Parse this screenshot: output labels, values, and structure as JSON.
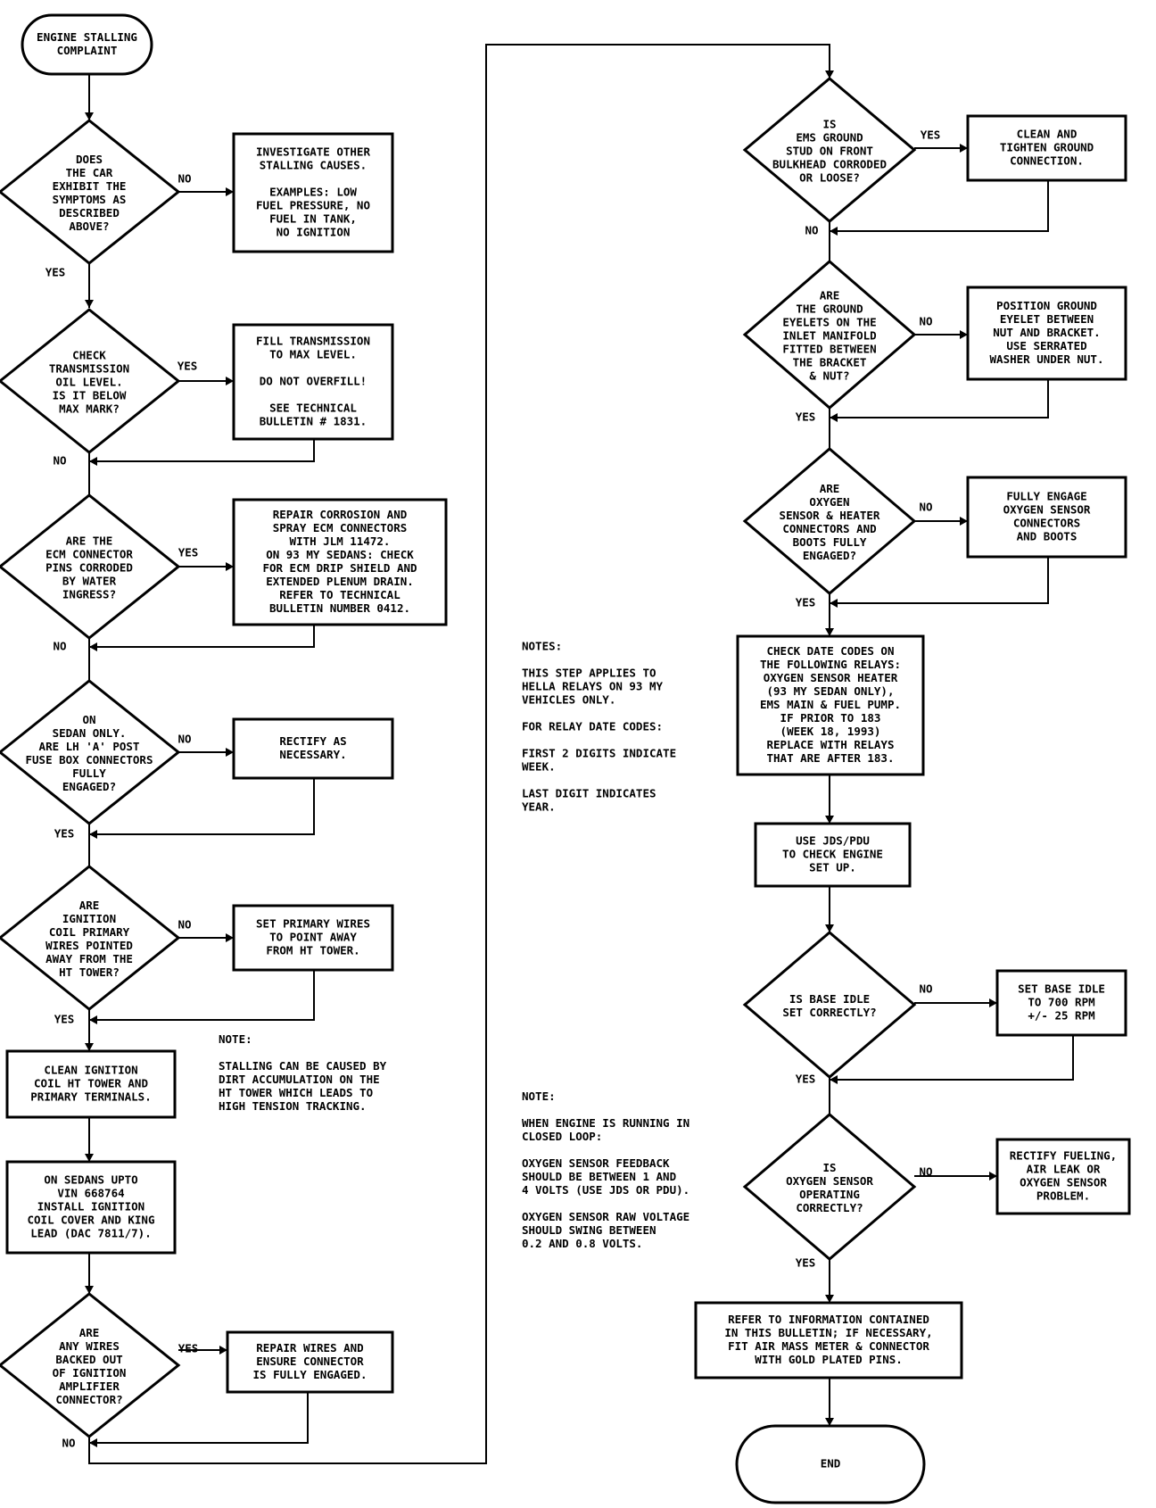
{
  "start": "ENGINE STALLING\nCOMPLAINT",
  "end": "END",
  "yes": "YES",
  "no": "NO",
  "decisions": {
    "d1": "DOES\nTHE CAR\nEXHIBIT THE\nSYMPTOMS AS\nDESCRIBED\nABOVE?",
    "d2": "CHECK\nTRANSMISSION\nOIL LEVEL.\nIS IT BELOW\nMAX MARK?",
    "d3": "ARE THE\nECM CONNECTOR\nPINS CORRODED\nBY WATER\nINGRESS?",
    "d4": "ON\nSEDAN ONLY.\nARE LH 'A' POST\nFUSE BOX CONNECTORS\nFULLY\nENGAGED?",
    "d5": "ARE\nIGNITION\nCOIL PRIMARY\nWIRES POINTED\nAWAY FROM THE\nHT TOWER?",
    "d6": "ARE\nANY WIRES\nBACKED OUT\nOF IGNITION\nAMPLIFIER\nCONNECTOR?",
    "d7": "IS\nEMS GROUND\nSTUD ON FRONT\nBULKHEAD CORRODED\nOR LOOSE?",
    "d8": "ARE\nTHE GROUND\nEYELETS ON THE\nINLET MANIFOLD\nFITTED BETWEEN\nTHE BRACKET\n& NUT?",
    "d9": "ARE\nOXYGEN\nSENSOR & HEATER\nCONNECTORS AND\nBOOTS FULLY\nENGAGED?",
    "d10": "IS BASE IDLE\nSET CORRECTLY?",
    "d11": "IS\nOXYGEN SENSOR\nOPERATING\nCORRECTLY?"
  },
  "boxes": {
    "b1": "INVESTIGATE OTHER\nSTALLING CAUSES.\n\nEXAMPLES:  LOW\nFUEL PRESSURE, NO\nFUEL IN TANK,\nNO IGNITION",
    "b2": "FILL TRANSMISSION\nTO MAX LEVEL.\n\nDO NOT OVERFILL!\n\nSEE TECHNICAL\nBULLETIN # 1831.",
    "b3": "REPAIR CORROSION AND\nSPRAY ECM CONNECTORS\nWITH JLM 11472.\nON 93 MY SEDANS:  CHECK\nFOR ECM DRIP SHIELD AND\nEXTENDED PLENUM DRAIN.\nREFER TO TECHNICAL\nBULLETIN NUMBER  0412.",
    "b4": "RECTIFY AS\nNECESSARY.",
    "b5": "SET PRIMARY WIRES\nTO POINT AWAY\nFROM HT TOWER.",
    "b6": "CLEAN IGNITION\nCOIL HT TOWER AND\nPRIMARY TERMINALS.",
    "b7": "ON SEDANS UPTO\nVIN 668764\nINSTALL IGNITION\nCOIL COVER AND KING\nLEAD (DAC 7811/7).",
    "b8": "REPAIR WIRES AND\nENSURE CONNECTOR\nIS FULLY ENGAGED.",
    "b9": "CLEAN AND\nTIGHTEN GROUND\nCONNECTION.",
    "b10": "POSITION GROUND\nEYELET BETWEEN\nNUT AND BRACKET.\nUSE SERRATED\nWASHER UNDER NUT.",
    "b11": "FULLY ENGAGE\nOXYGEN SENSOR\nCONNECTORS\nAND BOOTS",
    "b12": "CHECK DATE CODES ON\nTHE FOLLOWING RELAYS:\nOXYGEN SENSOR HEATER\n(93 MY SEDAN ONLY),\nEMS MAIN & FUEL PUMP.\nIF PRIOR TO 183\n(WEEK 18, 1993)\nREPLACE WITH RELAYS\nTHAT ARE AFTER 183.",
    "b13": "USE JDS/PDU\nTO CHECK ENGINE\nSET UP.",
    "b14": "SET BASE IDLE\nTO 700 RPM\n+/- 25 RPM",
    "b15": "RECTIFY FUELING,\nAIR LEAK OR\nOXYGEN SENSOR\nPROBLEM.",
    "b16": "REFER TO INFORMATION CONTAINED\nIN THIS BULLETIN; IF NECESSARY,\nFIT AIR MASS METER & CONNECTOR\nWITH GOLD PLATED PINS."
  },
  "notes": {
    "n1": "NOTE:\n\nSTALLING CAN BE CAUSED BY\nDIRT ACCUMULATION ON THE\nHT TOWER WHICH LEADS TO\nHIGH TENSION TRACKING.",
    "n2": "NOTES:\n\nTHIS STEP APPLIES TO\nHELLA RELAYS ON 93 MY\nVEHICLES ONLY.\n\nFOR RELAY DATE CODES:\n\nFIRST 2 DIGITS INDICATE\nWEEK.\n\nLAST DIGIT INDICATES\nYEAR.",
    "n3": "NOTE:\n\nWHEN ENGINE IS RUNNING IN\nCLOSED LOOP:\n\nOXYGEN SENSOR FEEDBACK\nSHOULD BE BETWEEN 1 AND\n4 VOLTS (USE JDS OR PDU).\n\nOXYGEN SENSOR RAW VOLTAGE\nSHOULD SWING BETWEEN\n0.2 AND 0.8 VOLTS."
  }
}
